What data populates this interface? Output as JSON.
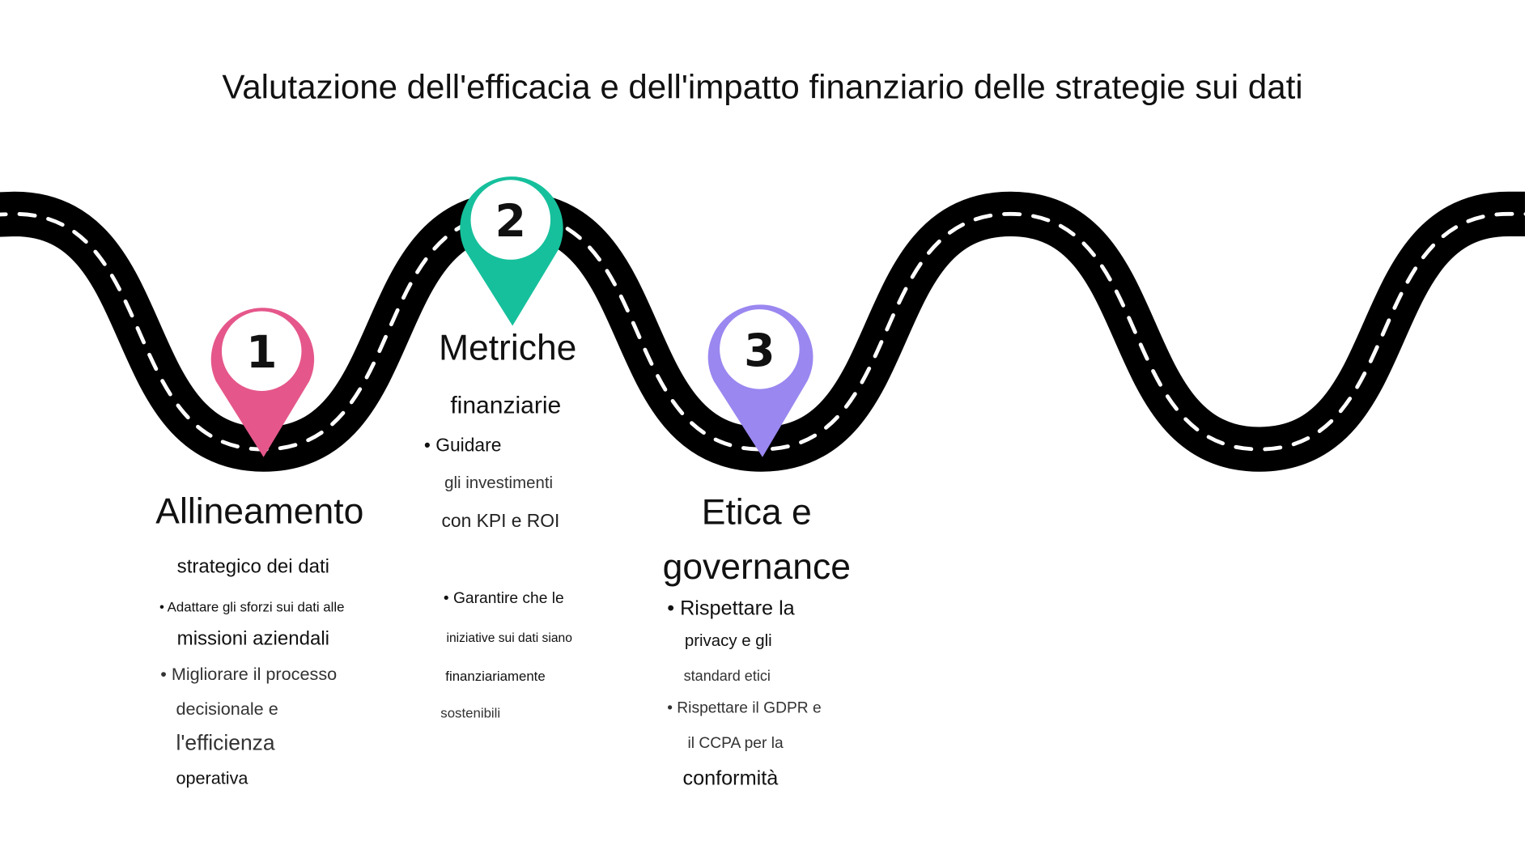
{
  "title": "Valutazione dell'efficacia e dell'impatto finanziario delle strategie sui dati",
  "colors": {
    "road": "#000000",
    "lane": "#ffffff",
    "pin1": "#e5578a",
    "pin2": "#16c09c",
    "pin3": "#9b87f0"
  },
  "steps": [
    {
      "number": "1",
      "heading": "Allineamento",
      "lines": [
        "strategico dei dati",
        "• Adattare gli sforzi sui dati alle",
        "missioni aziendali",
        "• Migliorare il processo",
        "decisionale e",
        "l'efficienza",
        "operativa"
      ]
    },
    {
      "number": "2",
      "heading": "Metriche",
      "lines": [
        "finanziarie",
        "• Guidare",
        "gli investimenti",
        "con KPI e ROI",
        "• Garantire che le",
        "iniziative sui dati siano",
        "finanziariamente",
        "sostenibili"
      ]
    },
    {
      "number": "3",
      "heading": "Etica e",
      "lines": [
        "governance",
        "• Rispettare la",
        "privacy e gli",
        "standard etici",
        "• Rispettare il GDPR e",
        "il CCPA per la",
        "conformità"
      ]
    }
  ]
}
